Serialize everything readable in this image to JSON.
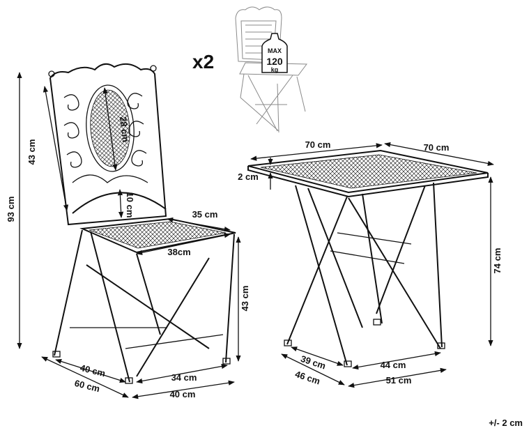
{
  "multiplier": "x2",
  "max_load": {
    "label": "MAX",
    "value": "120",
    "unit": "kg"
  },
  "chair": {
    "total_height": "93 cm",
    "back_height": "43 cm",
    "back_panel": "28 cm",
    "back_gap": "10 cm",
    "seat_depth": "35 cm",
    "seat_width": "38cm",
    "seat_height": "43 cm",
    "base_depth": "40 cm",
    "total_depth": "60 cm",
    "front_base": "34 cm",
    "total_width": "40 cm"
  },
  "table": {
    "top_depth": "70 cm",
    "top_width": "70 cm",
    "top_thickness": "2 cm",
    "height": "74 cm",
    "base_depth_inner": "39 cm",
    "base_depth_outer": "46 cm",
    "base_width_inner": "44 cm",
    "base_width_outer": "51 cm"
  },
  "tolerance": "+/- 2 cm"
}
